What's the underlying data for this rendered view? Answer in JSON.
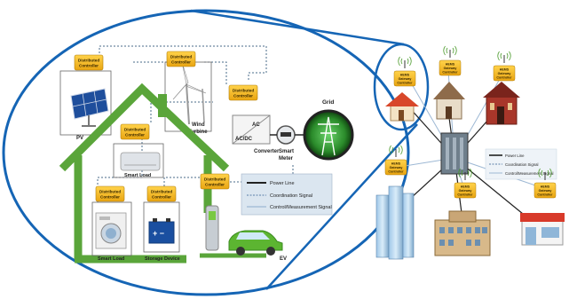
{
  "left": {
    "controller_line1": "Distributed",
    "controller_line2": "Controller",
    "labels": {
      "pv": "PV",
      "wind": "Wind",
      "turbine": "Turbine",
      "smart_load_top": "Smart Load",
      "smart_load_bottom": "Smart Load",
      "storage": "Storage Device",
      "ev": "EV",
      "converter": "Converter",
      "smart": "Smart",
      "meter": "Meter",
      "grid": "Grid",
      "ac": "AC",
      "acdc": "AC/DC"
    },
    "legend": {
      "power": "Power Line",
      "coordination": "Coordination Signal",
      "control": "Control/Measurement Signal"
    }
  },
  "right": {
    "hems_line1": "HEMS",
    "hems_line2": "Gateway",
    "hems_line3": "Controller",
    "legend": {
      "power": "Power Line",
      "coordination": "Coordination Signal",
      "control": "Control/Measurement Signal"
    }
  },
  "colors": {
    "ellipse": "#1565b5",
    "controller": "#f2b81c",
    "house": "#5aa53a",
    "ev": "#5cb531",
    "legend_bg": "#dbe6f0"
  }
}
